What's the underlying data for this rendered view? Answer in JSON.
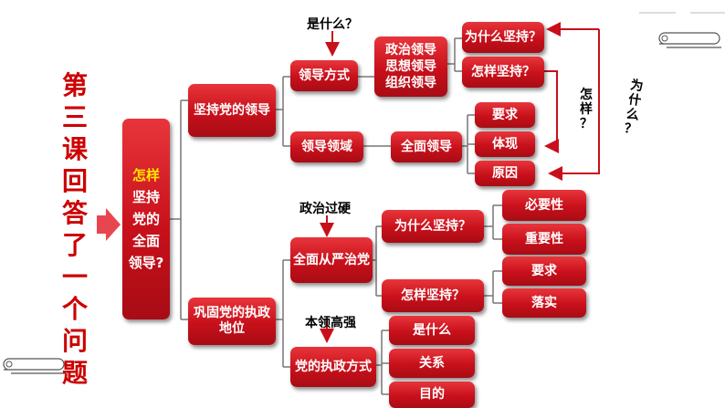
{
  "side_title": [
    "第",
    "三",
    "课",
    "回",
    "答",
    "了",
    "一",
    "个",
    "问",
    "题"
  ],
  "root": {
    "highlight": "怎样",
    "lines": [
      "坚持",
      "党的",
      "全面",
      "领导?"
    ]
  },
  "l1": {
    "top": "坚持党的领导",
    "bottom": "巩固党的执政地位"
  },
  "l2": {
    "mode": "领导方式",
    "field": "领导领域",
    "strict": "全面从严治党",
    "ruling": "党的执政方式"
  },
  "leadership_types": [
    "政治领导",
    "思想领导",
    "组织领导"
  ],
  "why_persist": "为什么坚持？",
  "how_persist": "怎样坚持？",
  "what_is": "是什么？",
  "full_leadership": "全面领导",
  "field_items": [
    "要求",
    "体现",
    "原因"
  ],
  "how_question": [
    "怎",
    "样",
    "？"
  ],
  "why_question": [
    "为",
    "什",
    "么",
    "？"
  ],
  "strict_why": "为什么坚持？",
  "strict_how": "怎样坚持？",
  "strict_why_items": [
    "必要性",
    "重要性"
  ],
  "strict_how_items": [
    "要求",
    "落实"
  ],
  "politics_hard": "政治过硬",
  "skills_strong": "本领高强",
  "ruling_items": [
    "是什么",
    "关系",
    "目的"
  ],
  "colors": {
    "box": "#c8101b",
    "title": "#cc0000",
    "arrow": "#e8464e"
  }
}
